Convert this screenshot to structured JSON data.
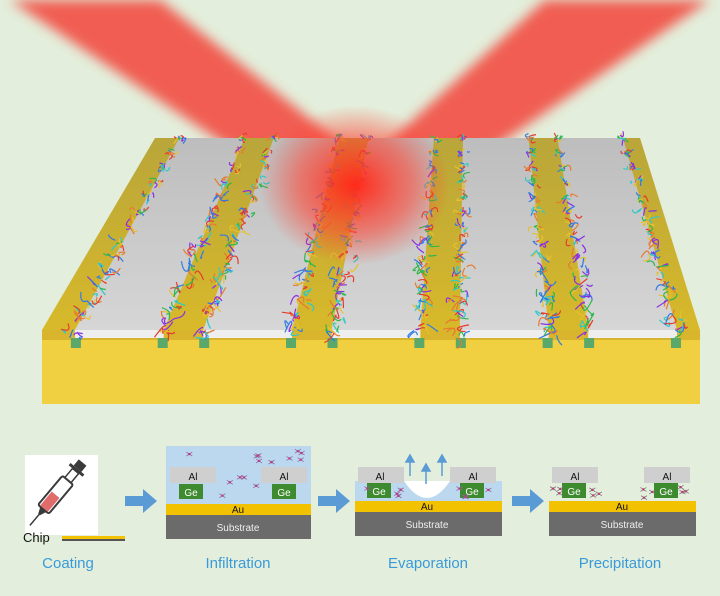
{
  "steps": [
    {
      "label": "Coating"
    },
    {
      "label": "Infiltration"
    },
    {
      "label": "Evaporation"
    },
    {
      "label": "Precipitation"
    }
  ],
  "layers": {
    "al": "Al",
    "ge": "Ge",
    "au": "Au",
    "substrate": "Substrate",
    "chip": "Chip"
  },
  "colors": {
    "background": "#e3efdc",
    "laser": "#f24a3e",
    "gold": "#f2c200",
    "aluminum": "#c9c9c9",
    "germanium": "#3e8a2e",
    "substrate": "#6b6b6b",
    "arrow": "#5b9bd5",
    "label_text": "#3a9ad9"
  },
  "icons": [
    "syringe-icon",
    "process-arrow-icon",
    "evaporation-arrow-icon"
  ]
}
